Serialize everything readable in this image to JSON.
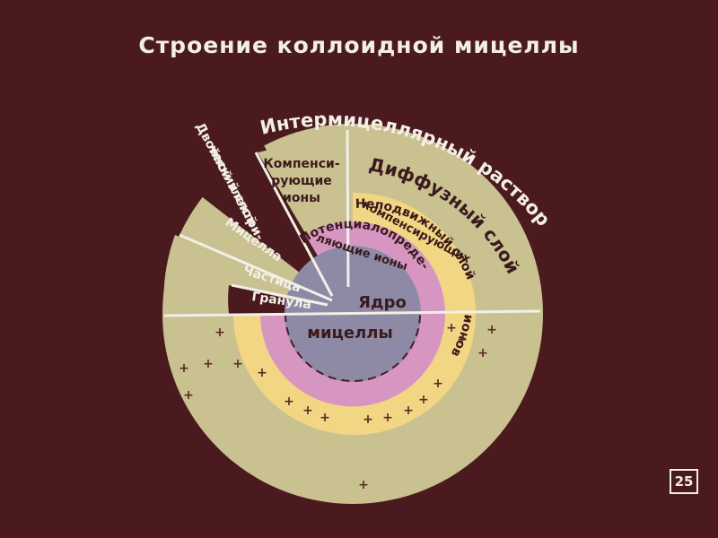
{
  "title": "Строение коллоидной мицеллы",
  "page_number": "25",
  "labels": {
    "intermicellar": "Интермицеллярный раствор",
    "double_layer_1": "Двойной электри-",
    "double_layer_2": "ческий слой",
    "micelle": "Мицелла",
    "particle": "Частица",
    "granule": "Гранула",
    "comp_1": "Компенси-",
    "comp_2": "рующие",
    "comp_3": "ионы",
    "diffuse": "Диффузный слой",
    "fixed_1": "Неподвижный слой",
    "fixed_2": "компенсирующих",
    "fixed_3": "ионов",
    "pot_1": "Потенциалопреде-",
    "pot_2": "ляющие ионы",
    "core_top": "Ядро",
    "core_bottom": "мицеллы"
  },
  "symbols": {
    "plus": "+"
  },
  "colors": {
    "background": "#4a1a1f",
    "outer_ring": "#c9c190",
    "fixed_ring": "#f3d684",
    "potential_ring": "#d796c2",
    "core": "#8e8aa6",
    "text_dark": "#3a1a1c",
    "text_light": "#f2efe6",
    "plus": "#5a2a24"
  }
}
